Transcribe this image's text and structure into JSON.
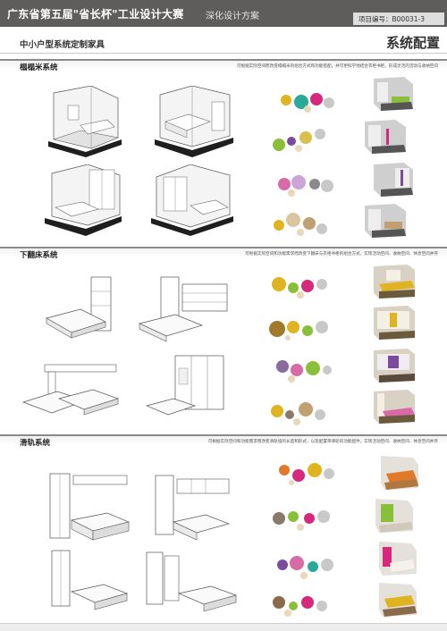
{
  "header": {
    "title": "广东省第五届\"省长杯\"工业设计大赛",
    "subtitle": "深化设计方案",
    "project_code": "项目编号：B00031-3"
  },
  "subheader": {
    "title": "中小户型系统定制家具",
    "system_config": "系统配置"
  },
  "sections": [
    {
      "title": "榻榻米系统",
      "description": "可根据实际空间而改变榻榻米的组合方式和功能搭配，并可更科学地结合衣柜书柜，形成灵活的活动与收纳空间",
      "palettes": [
        [
          "#e0b320",
          "#2aa99a",
          "#d6287c",
          "#c8c8c8",
          "#e9d7b8"
        ],
        [
          "#8abf3a",
          "#7a4b9c",
          "#d9c04a",
          "#c8c8c8",
          "#e8d9c2"
        ],
        [
          "#d96aa8",
          "#c9a5d8",
          "#8a8a8a",
          "#c8c8c8",
          "#e9d7b8"
        ],
        [
          "#e0b320",
          "#d8c6a0",
          "#c0a070",
          "#c8c8c8",
          "#e9d7b8"
        ]
      ],
      "thumb_accents": [
        "#8abf3a",
        "#d6287c",
        "#7a4b9c",
        "#c0a070"
      ]
    },
    {
      "title": "下翻床系统",
      "description": "可根据实际空间和功能需求而改变下翻床与衣柜书柜的组合方式，实现活动空间、收纳空间、休息空间并存",
      "palettes": [
        [
          "#e0b320",
          "#8abf3a",
          "#d6287c",
          "#c8c8c8",
          "#e9d7b8"
        ],
        [
          "#a07a2a",
          "#e0b320",
          "#8abf3a",
          "#c8c8c8",
          "#e8d9c2"
        ],
        [
          "#8a6aa0",
          "#d96aa8",
          "#8abf3a",
          "#c8c8c8",
          "#e9d7b8"
        ],
        [
          "#e0b320",
          "#8a7a6a",
          "#c0a070",
          "#c8c8c8",
          "#e9d7b8"
        ]
      ],
      "thumb_accents": [
        "#e0b320",
        "#e0b320",
        "#7a4b9c",
        "#d96aa8"
      ]
    },
    {
      "title": "滑轨系统",
      "description": "可根据实际空间和功能需求而改变滑轨墙的长度和形式，以及配置带滑轮的功能配件，实现活动空间、收纳空间、休息空间并存",
      "palettes": [
        [
          "#e07a2a",
          "#d6287c",
          "#e0b320",
          "#c8c8c8",
          "#e9d7b8"
        ],
        [
          "#8a7a6a",
          "#8abf3a",
          "#d6287c",
          "#c8c8c8",
          "#e8d9c2"
        ],
        [
          "#7a4b9c",
          "#d96aa8",
          "#2aa99a",
          "#c8c8c8",
          "#e9d7b8"
        ],
        [
          "#8a6a4a",
          "#8abf3a",
          "#d6287c",
          "#c8c8c8",
          "#e9d7b8"
        ]
      ],
      "thumb_accents": [
        "#e07a2a",
        "#8abf3a",
        "#d6287c",
        "#e0b320"
      ]
    }
  ]
}
